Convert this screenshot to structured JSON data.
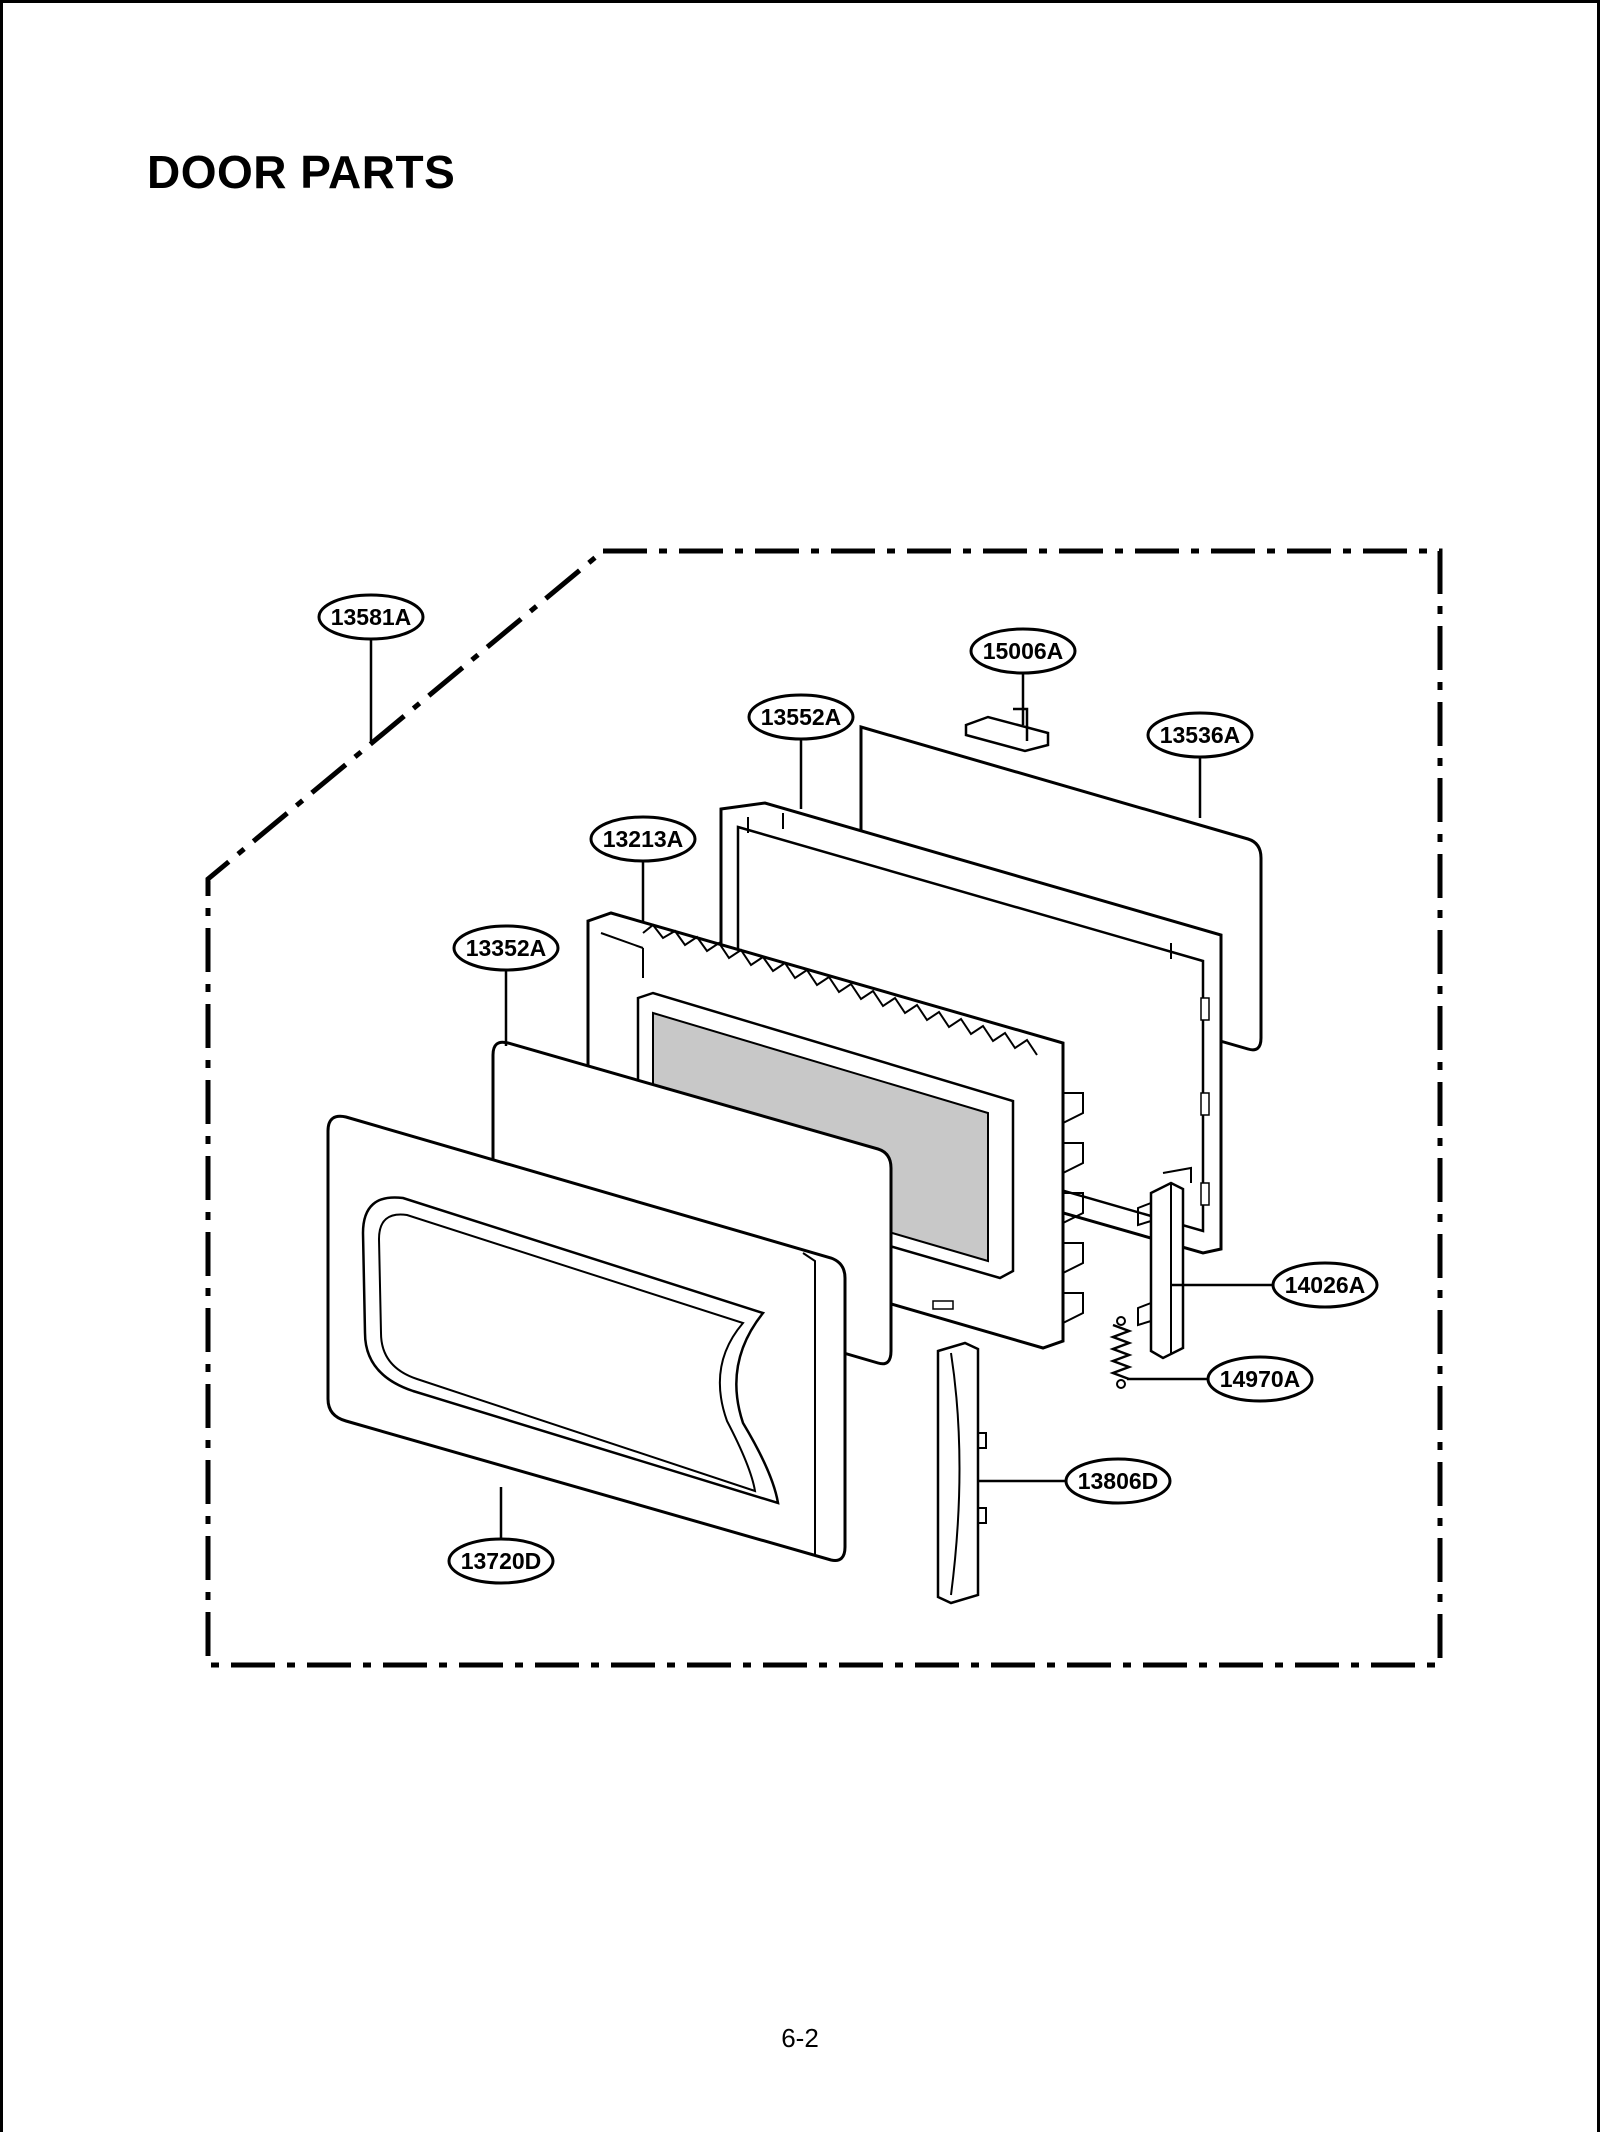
{
  "title": "DOOR PARTS",
  "page_number": "6-2",
  "parts": [
    {
      "id": "p13581A",
      "label": "13581A"
    },
    {
      "id": "p15006A",
      "label": "15006A"
    },
    {
      "id": "p13552A",
      "label": "13552A"
    },
    {
      "id": "p13536A",
      "label": "13536A"
    },
    {
      "id": "p13213A",
      "label": "13213A"
    },
    {
      "id": "p13352A",
      "label": "13352A"
    },
    {
      "id": "p14026A",
      "label": "14026A"
    },
    {
      "id": "p14970A",
      "label": "14970A"
    },
    {
      "id": "p13806D",
      "label": "13806D"
    },
    {
      "id": "p13720D",
      "label": "13720D"
    }
  ]
}
